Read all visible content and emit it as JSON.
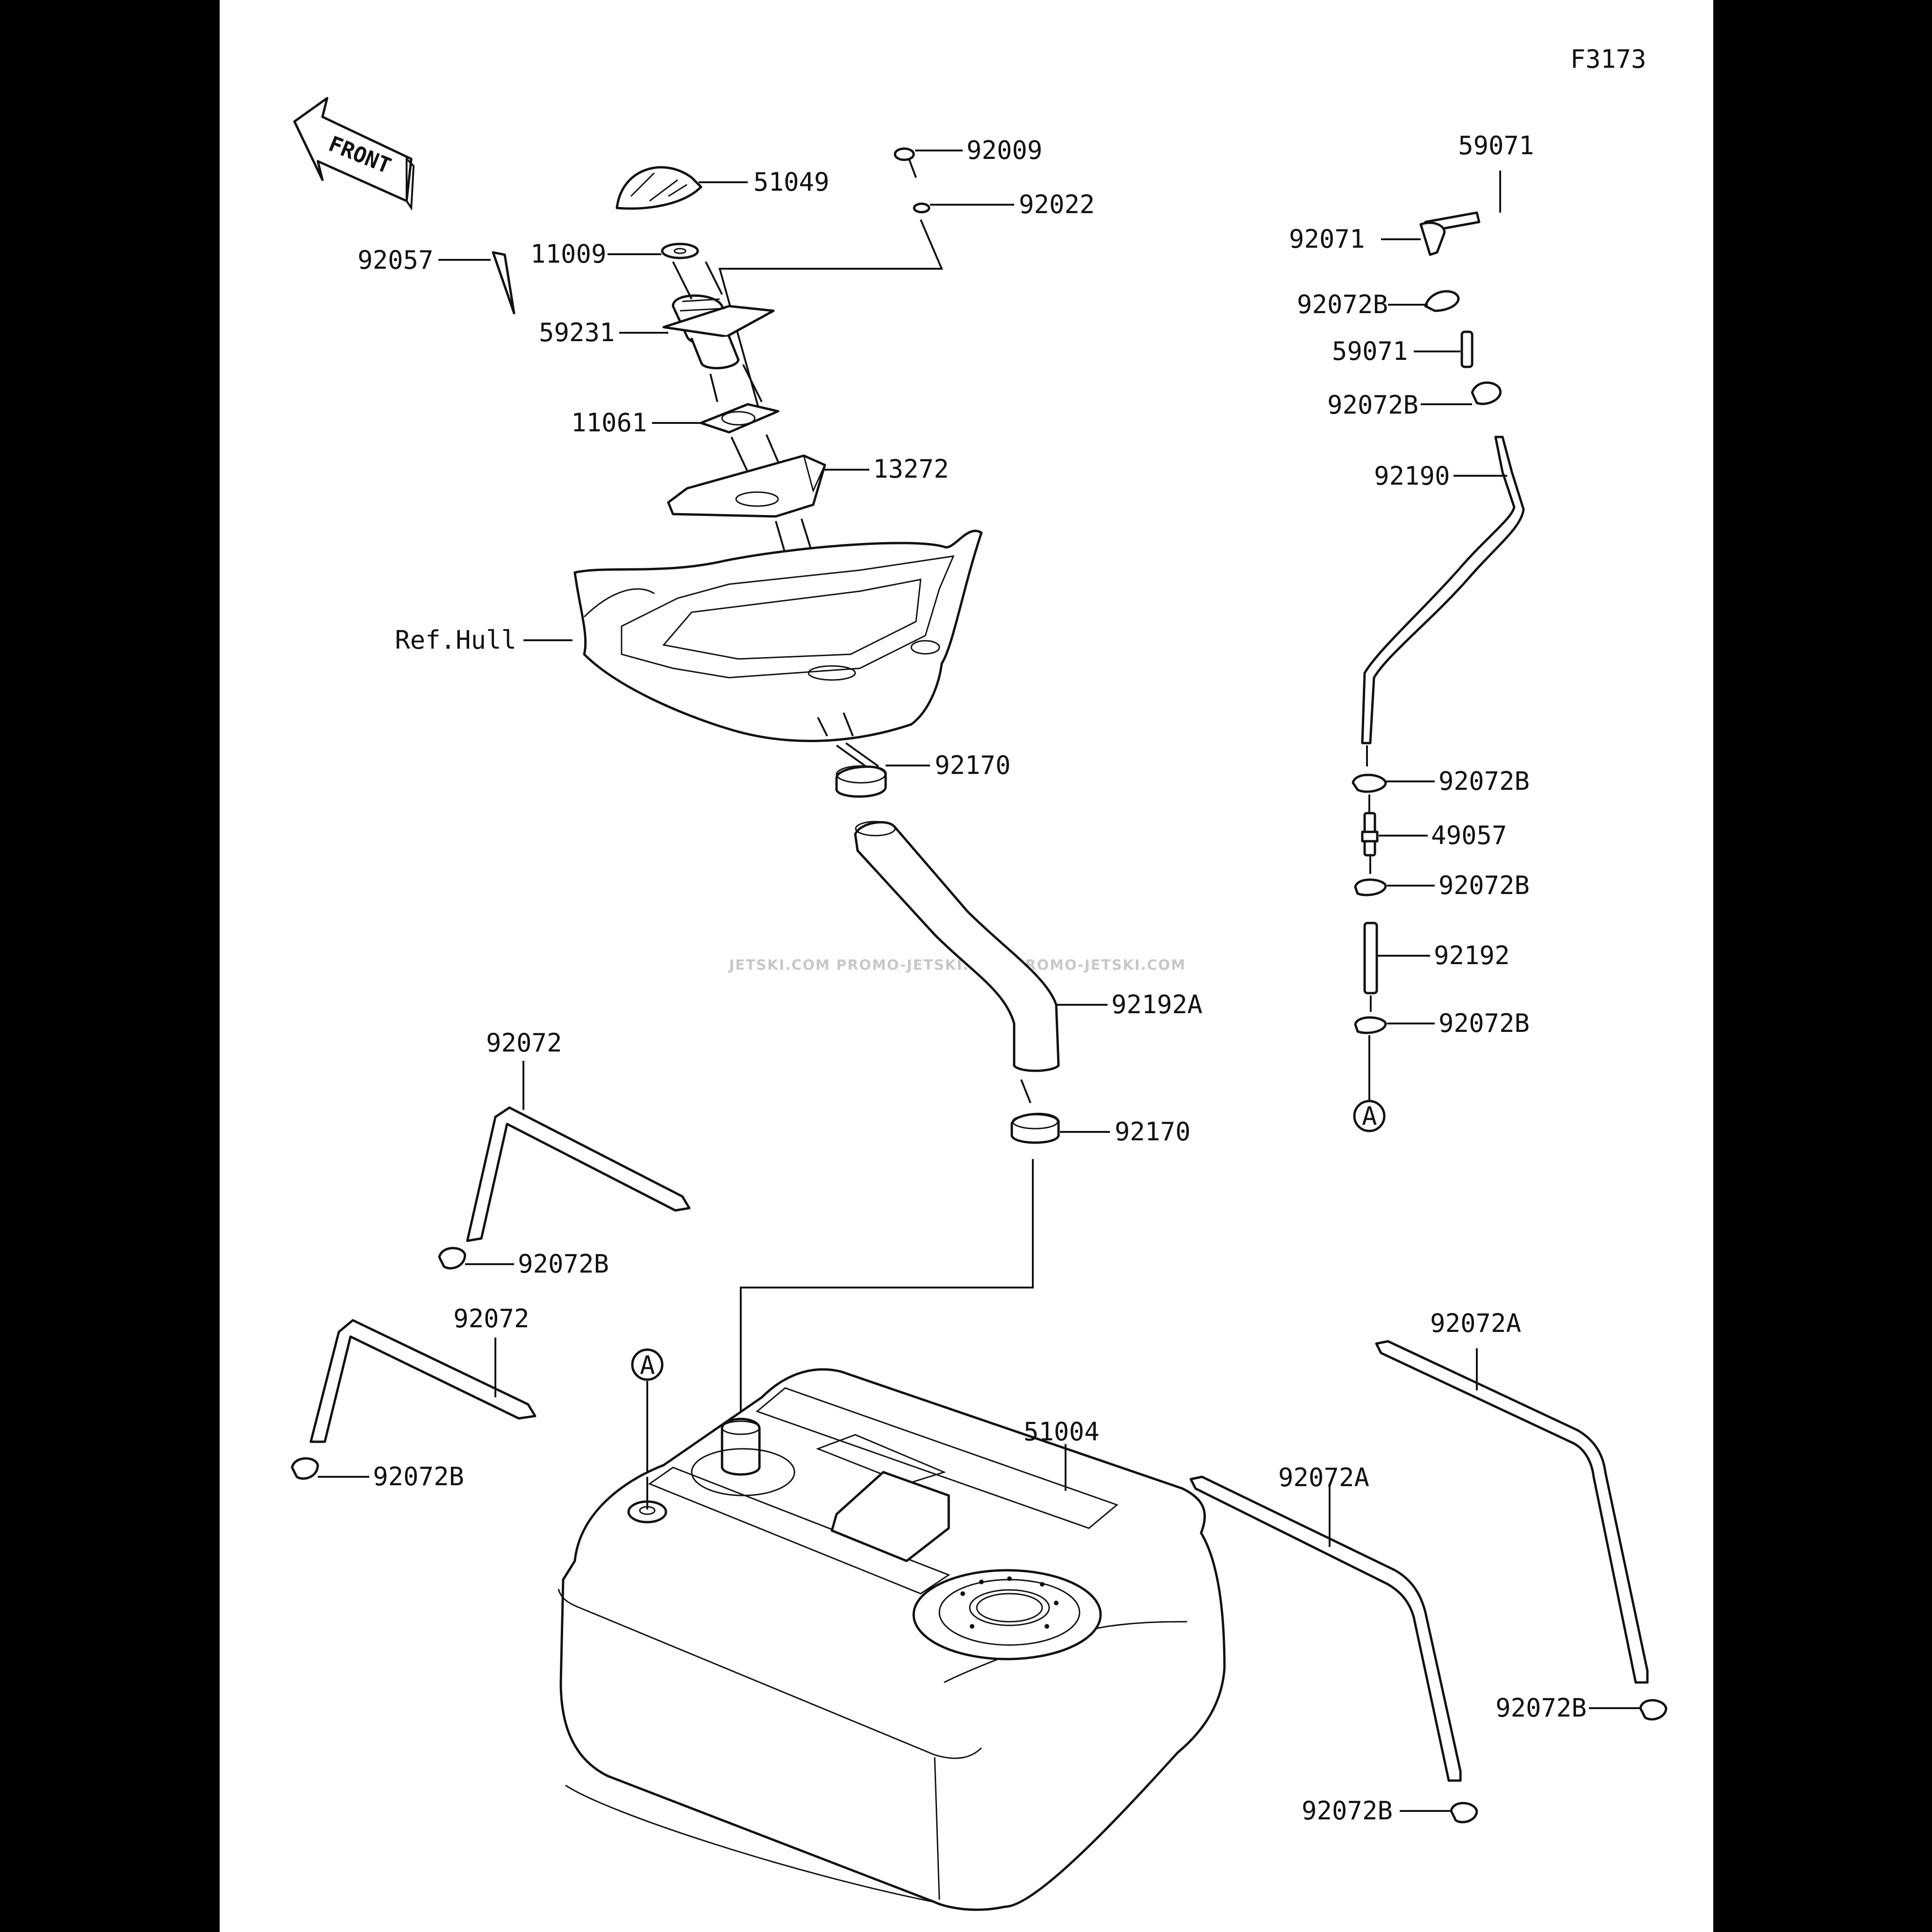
{
  "figure_code": "F3173",
  "front_label": "FRONT",
  "watermark": "JETSKI.COM  PROMO-JETSKI.COM  PROMO-JETSKI.COM",
  "ref_label": "Ref.Hull",
  "circle_ref": "A",
  "parts": {
    "p51049": "51049",
    "p92009": "92009",
    "p92022": "92022",
    "p11009": "11009",
    "p92057": "92057",
    "p59231": "59231",
    "p11061": "11061",
    "p13272": "13272",
    "p92170a": "92170",
    "p92192a": "92192A",
    "p92170b": "92170",
    "p59071a": "59071",
    "p92071": "92071",
    "p92072b_1": "92072B",
    "p59071b": "59071",
    "p92072b_2": "92072B",
    "p92190": "92190",
    "p92072b_3": "92072B",
    "p49057": "49057",
    "p92072b_4": "92072B",
    "p92192": "92192",
    "p92072b_5": "92072B",
    "p92072_1": "92072",
    "p92072b_6": "92072B",
    "p92072_2": "92072",
    "p92072b_7": "92072B",
    "p51004": "51004",
    "p92072a_1": "92072A",
    "p92072a_2": "92072A",
    "p92072b_8": "92072B",
    "p92072b_9": "92072B"
  }
}
